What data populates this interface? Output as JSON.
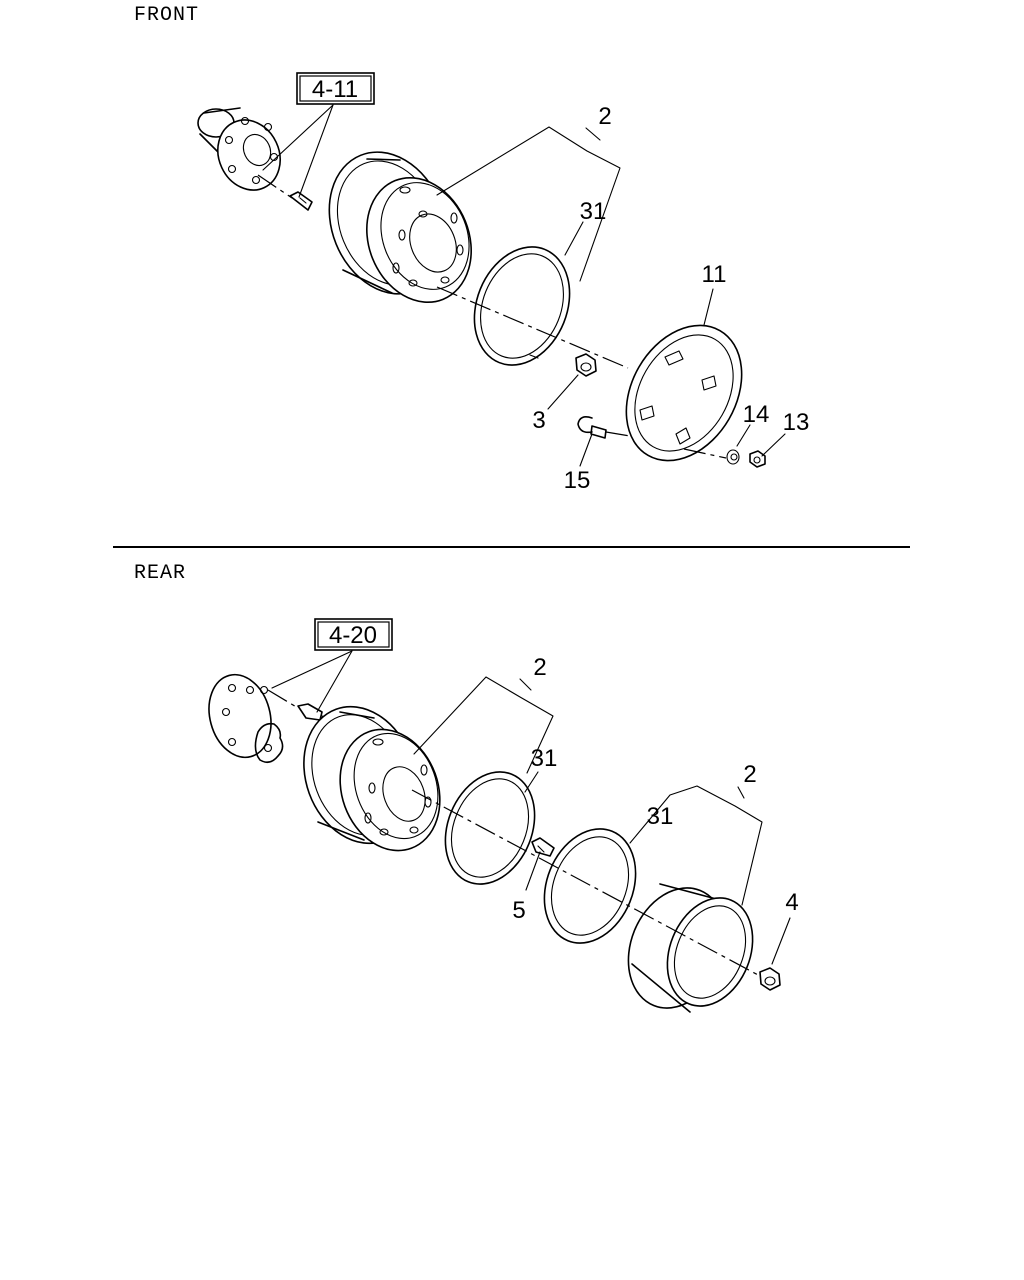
{
  "sections": {
    "front": {
      "title": "FRONT",
      "ref_box": "4-11",
      "callouts": {
        "wheel_disc": "2",
        "side_ring": "31",
        "hub_cap": "11",
        "wheel_nut": "3",
        "washer": "14",
        "nut": "13",
        "clip_bolt": "15"
      }
    },
    "rear": {
      "title": "REAR",
      "ref_box": "4-20",
      "callouts": {
        "inner_wheel_disc": "2",
        "inner_side_ring": "31",
        "outer_side_ring": "31",
        "outer_wheel_disc": "2",
        "inner_nut": "5",
        "outer_nut": "4"
      }
    }
  }
}
